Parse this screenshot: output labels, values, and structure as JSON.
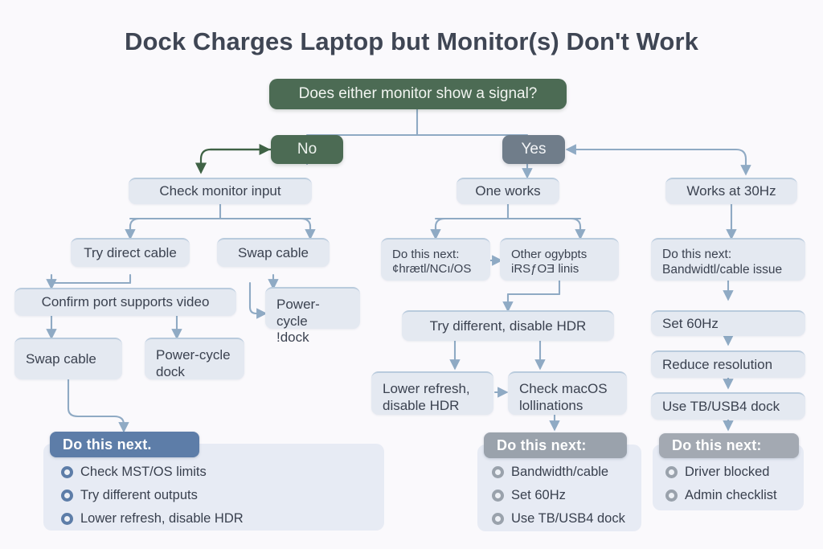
{
  "title": "Dock Charges Laptop but Monitor(s) Don't Work",
  "colors": {
    "background": "#faf9fc",
    "root_green": "#4c6b54",
    "yes_grey": "#707d8a",
    "node_fill": "#e4e9f1",
    "accent_blue": "#5d7da8",
    "accent_grey": "#9aa2ac",
    "wire_blue": "#8faac4",
    "wire_green": "#3f6245"
  },
  "chart_data": {
    "type": "diagram",
    "title": "Dock Charges Laptop but Monitor(s) Don't Work",
    "nodes": [
      {
        "id": "root",
        "label": "Does either monitor show a signal?",
        "style": "root-green"
      },
      {
        "id": "no",
        "label": "No",
        "style": "pill-green"
      },
      {
        "id": "yes",
        "label": "Yes",
        "style": "pill-grey"
      },
      {
        "id": "check-monitor-input",
        "label": "Check monitor input",
        "style": "node"
      },
      {
        "id": "try-direct-cable",
        "label": "Try direct cable",
        "style": "node"
      },
      {
        "id": "swap-cable-1",
        "label": "Swap cable",
        "style": "node"
      },
      {
        "id": "confirm-port",
        "label": "Confirm port supports video",
        "style": "node"
      },
      {
        "id": "power-cycle-dock-1",
        "label": "Power-cycle !dock",
        "style": "node"
      },
      {
        "id": "swap-cable-2",
        "label": "Swap cable",
        "style": "node"
      },
      {
        "id": "power-cycle-dock-2",
        "label": "Power-cycle dock",
        "style": "node"
      },
      {
        "id": "one-works",
        "label": "One works",
        "style": "node"
      },
      {
        "id": "do-next-mst",
        "label": "Do this next: ¢hrætl/NCı/OS",
        "style": "node"
      },
      {
        "id": "other-outputs",
        "label": "Other ogybpts iRSƒOƎ linis",
        "style": "node"
      },
      {
        "id": "try-different-hdr",
        "label": "Try different, disable HDR",
        "style": "node"
      },
      {
        "id": "lower-refresh",
        "label": "Lower refresh, disable HDR",
        "style": "node"
      },
      {
        "id": "check-macos",
        "label": "Check macOS lollinations",
        "style": "node"
      },
      {
        "id": "works-30hz",
        "label": "Works at 30Hz",
        "style": "node"
      },
      {
        "id": "do-next-bandwidth",
        "label": "Do this next: Bandwidtl/cable issue",
        "style": "node"
      },
      {
        "id": "set-60hz",
        "label": "Set 60Hz",
        "style": "node"
      },
      {
        "id": "reduce-resolution",
        "label": "Reduce resolution",
        "style": "node"
      },
      {
        "id": "use-tb-dock",
        "label": "Use TB/USB4 dock",
        "style": "node"
      }
    ],
    "edges": [
      {
        "from": "root",
        "to": "no"
      },
      {
        "from": "root",
        "to": "yes"
      },
      {
        "from": "no",
        "to": "check-monitor-input"
      },
      {
        "from": "check-monitor-input",
        "to": "try-direct-cable"
      },
      {
        "from": "check-monitor-input",
        "to": "swap-cable-1"
      },
      {
        "from": "try-direct-cable",
        "to": "confirm-port"
      },
      {
        "from": "swap-cable-1",
        "to": "power-cycle-dock-1"
      },
      {
        "from": "confirm-port",
        "to": "swap-cable-2"
      },
      {
        "from": "confirm-port",
        "to": "power-cycle-dock-2"
      },
      {
        "from": "swap-cable-2",
        "to": "panel-left"
      },
      {
        "from": "yes",
        "to": "one-works"
      },
      {
        "from": "yes",
        "to": "works-30hz"
      },
      {
        "from": "one-works",
        "to": "do-next-mst"
      },
      {
        "from": "one-works",
        "to": "other-outputs"
      },
      {
        "from": "do-next-mst",
        "to": "other-outputs"
      },
      {
        "from": "other-outputs",
        "to": "try-different-hdr"
      },
      {
        "from": "try-different-hdr",
        "to": "lower-refresh"
      },
      {
        "from": "try-different-hdr",
        "to": "check-macos"
      },
      {
        "from": "lower-refresh",
        "to": "check-macos"
      },
      {
        "from": "check-macos",
        "to": "panel-middle"
      },
      {
        "from": "works-30hz",
        "to": "do-next-bandwidth"
      },
      {
        "from": "do-next-bandwidth",
        "to": "set-60hz"
      },
      {
        "from": "set-60hz",
        "to": "reduce-resolution"
      },
      {
        "from": "reduce-resolution",
        "to": "use-tb-dock"
      },
      {
        "from": "use-tb-dock",
        "to": "panel-right"
      }
    ],
    "panels": [
      {
        "id": "panel-left",
        "header": "Do this next.",
        "items": [
          "Check MST/OS limits",
          "Try different outputs",
          "Lower refresh, disable HDR"
        ]
      },
      {
        "id": "panel-middle",
        "header": "Do this next:",
        "items": [
          "Bandwidth/cable",
          "Set 60Hz",
          "Use TB/USB4 dock"
        ]
      },
      {
        "id": "panel-right",
        "header": "Do this next:",
        "items": [
          "Driver blocked",
          "Admin checklist"
        ]
      }
    ]
  },
  "nodes": {
    "root": "Does either monitor show a signal?",
    "no": "No",
    "yes": "Yes",
    "check_monitor_input": "Check monitor input",
    "try_direct_cable": "Try direct cable",
    "swap_cable_1": "Swap cable",
    "confirm_port": "Confirm port supports video",
    "power_cycle_dock_1_line1": "Power-cycle",
    "power_cycle_dock_1_line2": "!dock",
    "swap_cable_2": "Swap cable",
    "power_cycle_dock_2_line1": "Power-cycle",
    "power_cycle_dock_2_line2": "dock",
    "one_works": "One works",
    "do_next_mst_line1": "Do this next:",
    "do_next_mst_line2": "¢hrætl/NCı/OS",
    "other_outputs_line1": "Other ogybpts",
    "other_outputs_line2": "iRSƒOƎ linis",
    "try_different_hdr": "Try different, disable HDR",
    "lower_refresh_line1": "Lower refresh,",
    "lower_refresh_line2": "disable HDR",
    "check_macos_line1": "Check macOS",
    "check_macos_line2": "lollinations",
    "works_30hz": "Works at 30Hz",
    "do_next_bw_line1": "Do this next:",
    "do_next_bw_line2": "Bandwidtl/cable issue",
    "set_60hz": "Set 60Hz",
    "reduce_resolution": "Reduce resolution",
    "use_tb_dock": "Use TB/USB4 dock"
  },
  "panels": {
    "left": {
      "header": "Do this next.",
      "items": [
        "Check MST/OS limits",
        "Try different outputs",
        "Lower refresh, disable HDR"
      ]
    },
    "middle": {
      "header": "Do this next:",
      "items": [
        "Bandwidth/cable",
        "Set 60Hz",
        "Use TB/USB4 dock"
      ]
    },
    "right": {
      "header": "Do this next:",
      "items": [
        "Driver blocked",
        "Admin checklist"
      ]
    }
  }
}
